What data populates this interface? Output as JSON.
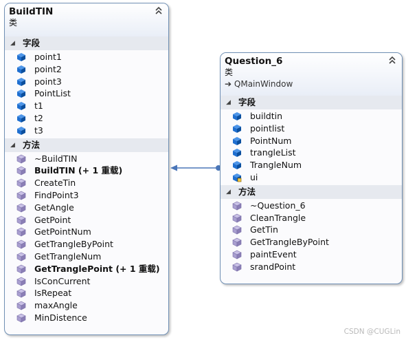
{
  "classes": [
    {
      "title": "BuildTIN",
      "stereotype": "类",
      "base": "",
      "sections": [
        {
          "label": "字段",
          "kind": "field",
          "items": [
            {
              "text": "point1",
              "icon": "field-icon",
              "bold": false
            },
            {
              "text": "point2",
              "icon": "field-icon",
              "bold": false
            },
            {
              "text": "point3",
              "icon": "field-icon",
              "bold": false
            },
            {
              "text": "PointList",
              "icon": "field-icon",
              "bold": false
            },
            {
              "text": "t1",
              "icon": "field-icon",
              "bold": false
            },
            {
              "text": "t2",
              "icon": "field-icon",
              "bold": false
            },
            {
              "text": "t3",
              "icon": "field-icon",
              "bold": false
            }
          ]
        },
        {
          "label": "方法",
          "kind": "method",
          "items": [
            {
              "text": "~BuildTIN",
              "icon": "method-icon",
              "bold": false
            },
            {
              "text": "BuildTIN (+ 1 重载)",
              "icon": "method-icon",
              "bold": true
            },
            {
              "text": "CreateTin",
              "icon": "method-icon",
              "bold": false
            },
            {
              "text": "FindPoint3",
              "icon": "method-icon",
              "bold": false
            },
            {
              "text": "GetAngle",
              "icon": "method-icon",
              "bold": false
            },
            {
              "text": "GetPoint",
              "icon": "method-icon",
              "bold": false
            },
            {
              "text": "GetPointNum",
              "icon": "method-icon",
              "bold": false
            },
            {
              "text": "GetTrangleByPoint",
              "icon": "method-icon",
              "bold": false
            },
            {
              "text": "GetTrangleNum",
              "icon": "method-icon",
              "bold": false
            },
            {
              "text": "GetTranglePoint (+ 1 重载)",
              "icon": "method-icon",
              "bold": true
            },
            {
              "text": "IsConCurrent",
              "icon": "method-icon",
              "bold": false
            },
            {
              "text": "IsRepeat",
              "icon": "method-icon",
              "bold": false
            },
            {
              "text": "maxAngle",
              "icon": "method-icon",
              "bold": false
            },
            {
              "text": "MinDistence",
              "icon": "method-icon",
              "bold": false
            }
          ]
        }
      ]
    },
    {
      "title": "Question_6",
      "stereotype": "类",
      "base": "QMainWindow",
      "sections": [
        {
          "label": "字段",
          "kind": "field",
          "items": [
            {
              "text": "buildtin",
              "icon": "field-icon",
              "bold": false
            },
            {
              "text": "pointlist",
              "icon": "field-icon",
              "bold": false
            },
            {
              "text": "PointNum",
              "icon": "field-icon",
              "bold": false
            },
            {
              "text": "trangleList",
              "icon": "field-icon",
              "bold": false
            },
            {
              "text": "TrangleNum",
              "icon": "field-icon",
              "bold": false
            },
            {
              "text": "ui",
              "icon": "field-lock-icon",
              "bold": false
            }
          ]
        },
        {
          "label": "方法",
          "kind": "method",
          "items": [
            {
              "text": "~Question_6",
              "icon": "method-icon",
              "bold": false
            },
            {
              "text": "CleanTrangle",
              "icon": "method-icon",
              "bold": false
            },
            {
              "text": "GetTin",
              "icon": "method-icon",
              "bold": false
            },
            {
              "text": "GetTrangleByPoint",
              "icon": "method-icon",
              "bold": false
            },
            {
              "text": "paintEvent",
              "icon": "method-icon",
              "bold": false
            },
            {
              "text": "srandPoint",
              "icon": "method-icon",
              "bold": false
            }
          ]
        }
      ]
    }
  ],
  "association": {
    "from": "Question_6",
    "to": "BuildTIN"
  },
  "watermark": "CSDN @CUGLin",
  "colors": {
    "border": "#6f8fb4",
    "section": "#e6e9ef",
    "connector": "#4a76b8",
    "field_icon": "#1f6fd0",
    "method_icon": "#8b7fb6"
  }
}
